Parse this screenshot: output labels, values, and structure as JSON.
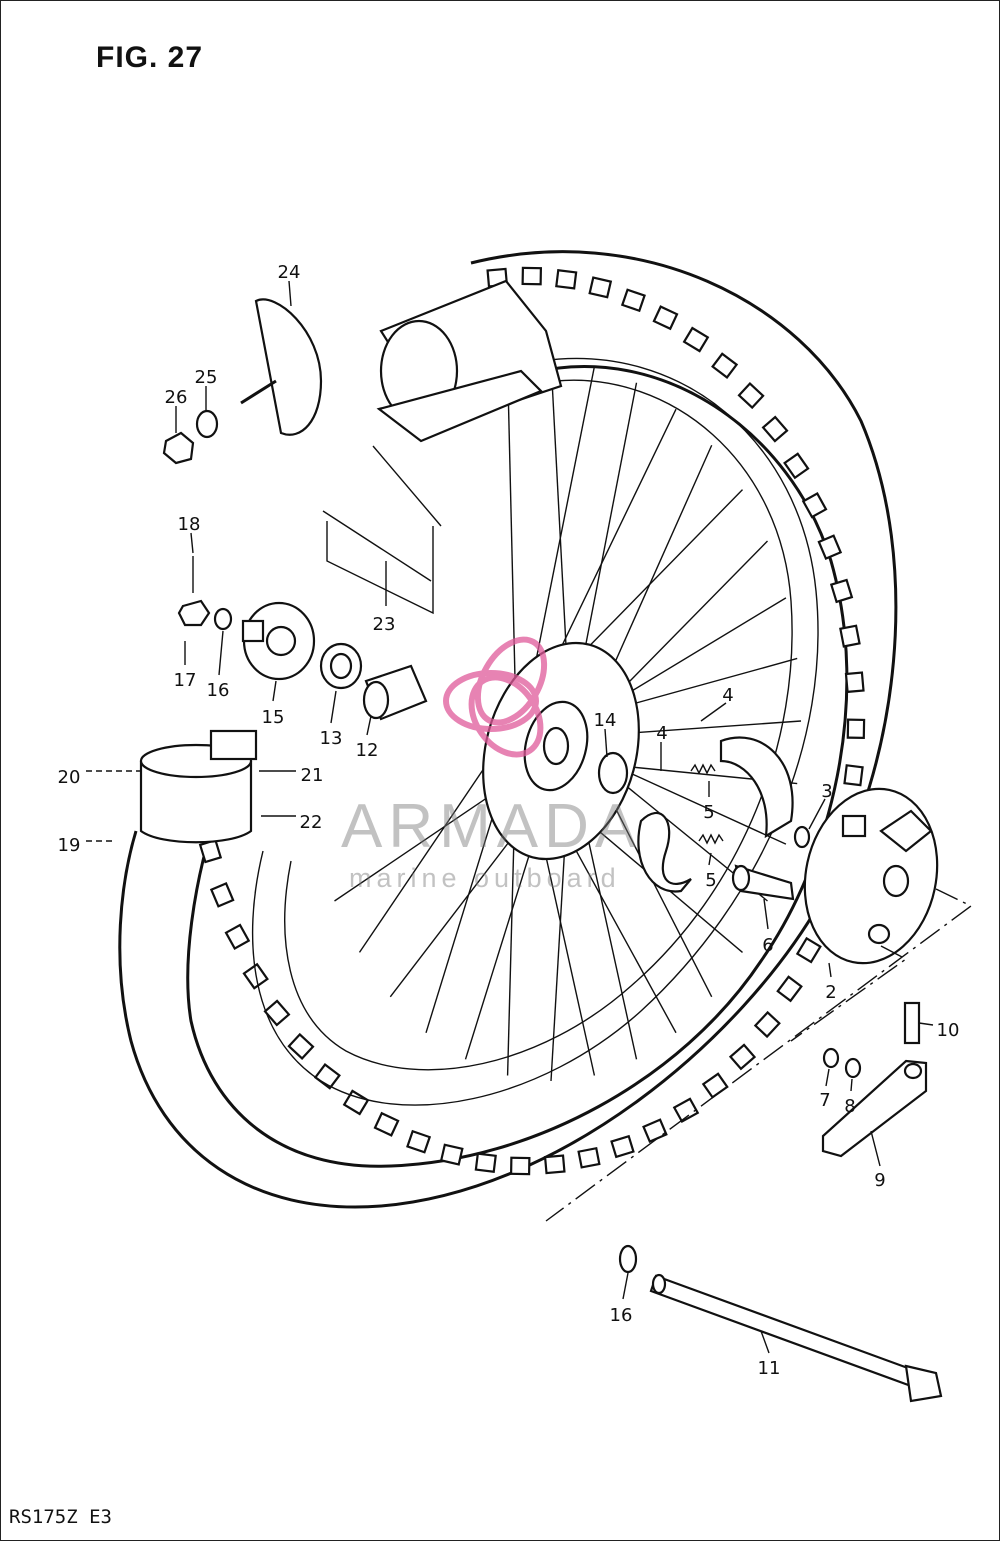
{
  "figure": {
    "title": "FIG. 27",
    "footer": "RS175Z  E3"
  },
  "watermark": {
    "brand": "ARMADA",
    "tagline": "marine outboard",
    "logo_color": "#e05a9a"
  },
  "callouts": [
    {
      "id": "c1",
      "text": "24"
    },
    {
      "id": "c2",
      "text": "25"
    },
    {
      "id": "c3",
      "text": "26"
    },
    {
      "id": "c4",
      "text": "18"
    },
    {
      "id": "c5",
      "text": "17"
    },
    {
      "id": "c6",
      "text": "16"
    },
    {
      "id": "c7",
      "text": "15"
    },
    {
      "id": "c8",
      "text": "13"
    },
    {
      "id": "c9",
      "text": "12"
    },
    {
      "id": "c10",
      "text": "14"
    },
    {
      "id": "c11",
      "text": "23"
    },
    {
      "id": "c12",
      "text": "20"
    },
    {
      "id": "c13",
      "text": "21"
    },
    {
      "id": "c14",
      "text": "22"
    },
    {
      "id": "c15",
      "text": "19"
    },
    {
      "id": "c16",
      "text": "4"
    },
    {
      "id": "c17",
      "text": "4"
    },
    {
      "id": "c18",
      "text": "3"
    },
    {
      "id": "c19",
      "text": "5"
    },
    {
      "id": "c20",
      "text": "5"
    },
    {
      "id": "c21",
      "text": "6"
    },
    {
      "id": "c22",
      "text": "2"
    },
    {
      "id": "c23",
      "text": "10"
    },
    {
      "id": "c24",
      "text": "7"
    },
    {
      "id": "c25",
      "text": "8"
    },
    {
      "id": "c26",
      "text": "9"
    },
    {
      "id": "c27",
      "text": "16"
    },
    {
      "id": "c28",
      "text": "11"
    }
  ]
}
